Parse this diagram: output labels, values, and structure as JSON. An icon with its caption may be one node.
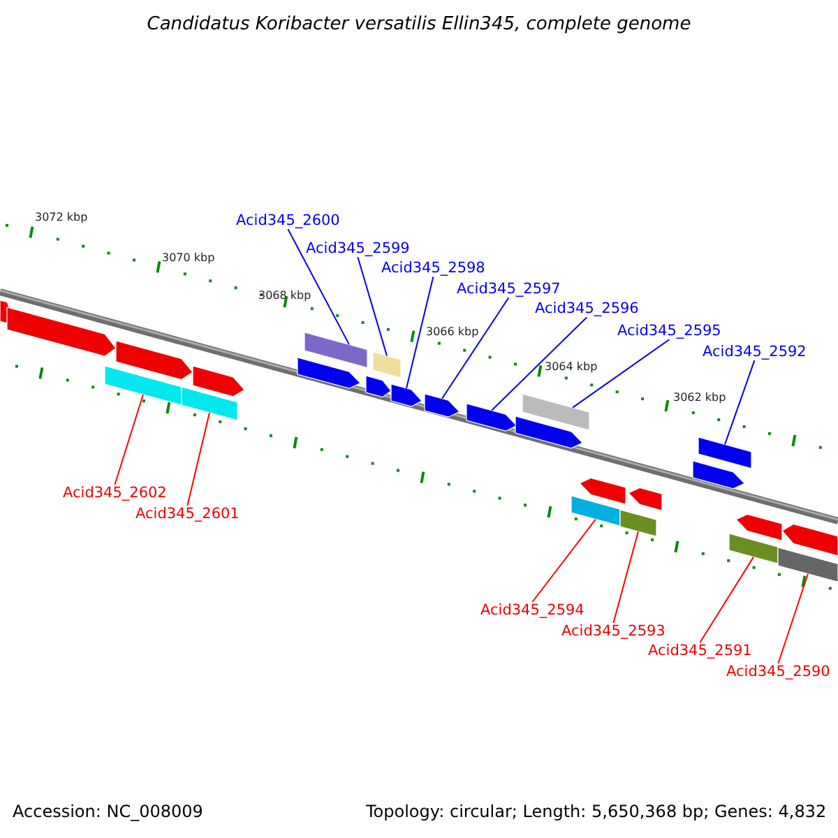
{
  "diagram": {
    "title": "Candidatus Koribacter versatilis Ellin345, complete genome",
    "nodes": [
      {
        "text": [
          "Acid345_2600"
        ]
      },
      {
        "text": [
          "Acid345_2599"
        ]
      },
      {
        "text": [
          "Acid345_2598"
        ]
      },
      {
        "text": [
          "Acid345_2597"
        ]
      },
      {
        "text": [
          "Acid345_2596"
        ]
      },
      {
        "text": [
          "Acid345_2595"
        ]
      },
      {
        "text": [
          "Acid345_2592"
        ]
      },
      {
        "text": [
          "Acid345_2602"
        ]
      },
      {
        "text": [
          "Acid345_2601"
        ]
      },
      {
        "text": [
          "Acid345_2594"
        ]
      },
      {
        "text": [
          "Acid345_2593"
        ]
      },
      {
        "text": [
          "Acid345_2591"
        ]
      },
      {
        "text": [
          "Acid345_2590"
        ]
      },
      {
        "text": [],
        "shape": "box"
      },
      {
        "text": [],
        "shape": "box"
      },
      {
        "text": [],
        "shape": "arrow"
      },
      {
        "text": [],
        "shape": "arrow"
      },
      {
        "text": [],
        "shape": "arrow"
      },
      {
        "text": [],
        "shape": "box"
      },
      {
        "text": [],
        "shape": "box"
      },
      {
        "text": [],
        "shape": "box"
      },
      {
        "text": [],
        "shape": "box"
      },
      {
        "text": [],
        "shape": "box"
      },
      {
        "text": [],
        "shape": "box"
      },
      {
        "text": [],
        "shape": "box"
      },
      {
        "text": [],
        "shape": "box"
      },
      {
        "text": [],
        "shape": "arrow"
      },
      {
        "text": [],
        "shape": "arrow"
      },
      {
        "text": [],
        "shape": "arrow"
      },
      {
        "text": [],
        "shape": "arrow"
      },
      {
        "text": [],
        "shape": "arrow"
      },
      {
        "text": [],
        "shape": "arrow"
      },
      {
        "text": [],
        "shape": "arrow"
      },
      {
        "text": [],
        "shape": "arrow"
      },
      {
        "text": [],
        "shape": "arrow"
      },
      {
        "text": [],
        "shape": "arrow"
      },
      {
        "text": [],
        "shape": "arrow"
      },
      {
        "text": [],
        "shape": "arrow"
      }
    ],
    "edges": [
      {
        "from": 0,
        "to": 13,
        "arrow": "none"
      },
      {
        "from": 1,
        "to": 14,
        "arrow": "none"
      },
      {
        "from": 2,
        "to": 15,
        "arrow": "none"
      },
      {
        "from": 3,
        "to": 16,
        "arrow": "none"
      },
      {
        "from": 4,
        "to": 17,
        "arrow": "none"
      },
      {
        "from": 5,
        "to": 18,
        "arrow": "none"
      },
      {
        "from": 6,
        "to": 19,
        "arrow": "none"
      },
      {
        "from": 7,
        "to": 20,
        "arrow": "none",
        "color": "#ff0000"
      },
      {
        "from": 8,
        "to": 21,
        "arrow": "none",
        "color": "#ff0000"
      },
      {
        "from": 9,
        "to": 22,
        "arrow": "none",
        "color": "#ff0000"
      },
      {
        "from": 10,
        "to": 23,
        "arrow": "none",
        "color": "#ff0000"
      },
      {
        "from": 11,
        "to": 24,
        "arrow": "none",
        "color": "#ff0000"
      },
      {
        "from": 12,
        "to": 25,
        "arrow": "none",
        "color": "#ff0000"
      }
    ],
    "labels": [
      "3072 kbp",
      "3070 kbp",
      "3068 kbp",
      "3066 kbp",
      "3064 kbp",
      "3062 kbp",
      "Accession: NC_008009",
      "Topology: circular; Length: 5,650,368 bp; Genes: 4,832"
    ]
  }
}
